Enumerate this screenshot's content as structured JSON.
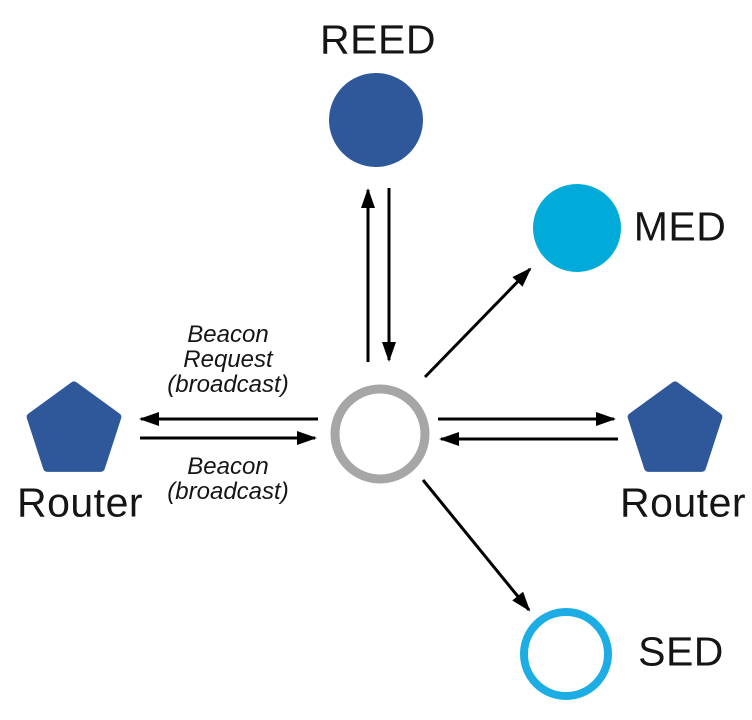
{
  "diagram": {
    "type": "network-topology",
    "nodes": {
      "reed": {
        "label": "REED",
        "shape": "circle",
        "fill": "solid-blue"
      },
      "med": {
        "label": "MED",
        "shape": "circle",
        "fill": "solid-cyan"
      },
      "router_left": {
        "label": "Router",
        "shape": "pentagon",
        "fill": "solid-blue"
      },
      "router_right": {
        "label": "Router",
        "shape": "pentagon",
        "fill": "solid-blue"
      },
      "sed": {
        "label": "SED",
        "shape": "circle",
        "fill": "white-cyan-outline"
      },
      "joiner": {
        "label": "",
        "shape": "circle",
        "fill": "white-gray-outline"
      }
    },
    "messages": {
      "beacon_request": "Beacon\nRequest\n(broadcast)",
      "beacon": "Beacon\n(broadcast)"
    },
    "edges": [
      {
        "from": "joiner",
        "to": "reed",
        "label": ""
      },
      {
        "from": "reed",
        "to": "joiner",
        "label": ""
      },
      {
        "from": "joiner",
        "to": "med",
        "label": ""
      },
      {
        "from": "joiner",
        "to": "sed",
        "label": ""
      },
      {
        "from": "joiner",
        "to": "router_left",
        "label": "Beacon Request (broadcast)"
      },
      {
        "from": "router_left",
        "to": "joiner",
        "label": "Beacon (broadcast)"
      },
      {
        "from": "joiner",
        "to": "router_right",
        "label": ""
      },
      {
        "from": "router_right",
        "to": "joiner",
        "label": ""
      }
    ]
  },
  "colors": {
    "node_blue": "#2E5899",
    "med_cyan": "#00ABDA",
    "sed_cyan": "#1CADE4",
    "joiner_gray": "#A6A6A6",
    "arrow_black": "#000000"
  }
}
